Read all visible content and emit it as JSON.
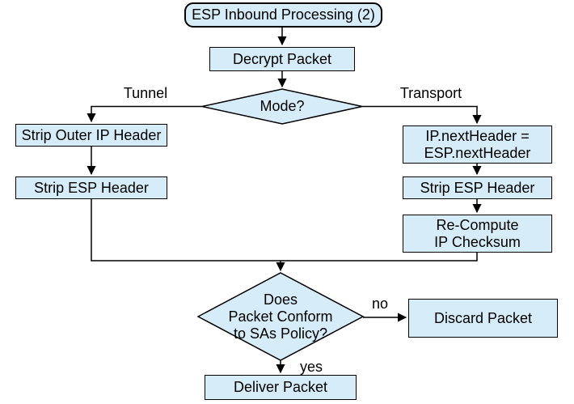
{
  "diagram": {
    "title": "ESP Inbound Processing (2)",
    "nodes": {
      "decrypt": {
        "label": "Decrypt Packet"
      },
      "mode": {
        "label": "Mode?"
      },
      "strip_outer_ip": {
        "label": "Strip Outer IP Header"
      },
      "strip_esp_tunnel": {
        "label": "Strip ESP Header"
      },
      "ip_next_header": {
        "label": "IP.nextHeader =\nESP.nextHeader"
      },
      "strip_esp_transport": {
        "label": "Strip ESP Header"
      },
      "recompute_checksum": {
        "label": "Re-Compute\nIP Checksum"
      },
      "policy_check": {
        "label": "Does\nPacket Conform\nto SAs Policy?"
      },
      "discard": {
        "label": "Discard Packet"
      },
      "deliver": {
        "label": "Deliver Packet"
      }
    },
    "edge_labels": {
      "tunnel": "Tunnel",
      "transport": "Transport",
      "no": "no",
      "yes": "yes"
    },
    "colors": {
      "node_fill": "#d6ecf8",
      "node_border": "#000000",
      "connector": "#000000"
    }
  }
}
